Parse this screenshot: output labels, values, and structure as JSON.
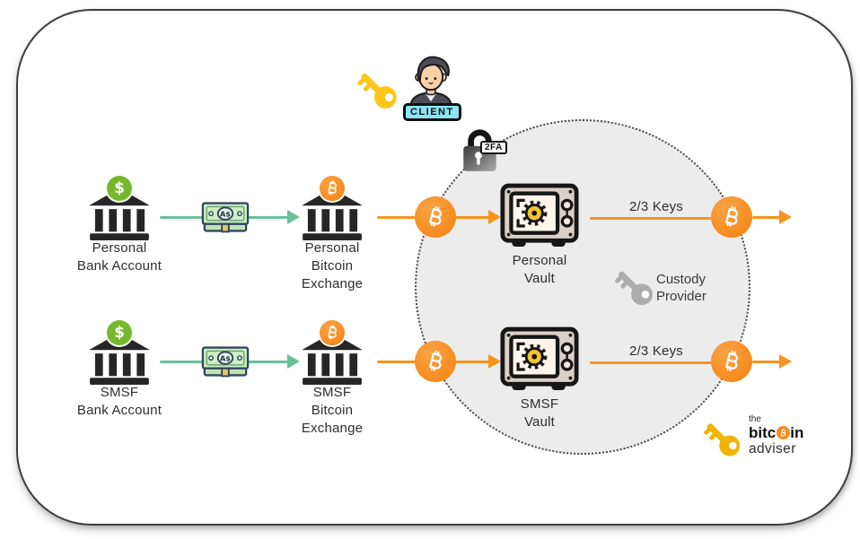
{
  "client": {
    "badge": "CLIENT"
  },
  "security": {
    "badge": "2FA"
  },
  "cash_label": "A$",
  "symbols": {
    "dollar": "$",
    "bitcoin": "₿"
  },
  "flows": {
    "personal": {
      "bank_label": [
        "Personal",
        "Bank Account"
      ],
      "exchange_label": [
        "Personal",
        "Bitcoin",
        "Exchange"
      ],
      "vault_label": [
        "Personal",
        "Vault"
      ],
      "keys_label": "2/3 Keys"
    },
    "smsf": {
      "bank_label": [
        "SMSF",
        "Bank Account"
      ],
      "exchange_label": [
        "SMSF",
        "Bitcoin",
        "Exchange"
      ],
      "vault_label": [
        "SMSF",
        "Vault"
      ],
      "keys_label": "2/3 Keys"
    }
  },
  "custody": {
    "label": [
      "Custody",
      "Provider"
    ]
  },
  "logo": {
    "the": "the",
    "brand_prefix": "bitc",
    "brand_suffix": "in",
    "adviser": "adviser"
  },
  "colors": {
    "bitcoin_orange": "#f7941e",
    "cash_teal": "#68c19a",
    "bank_green": "#76b82c",
    "client_badge_cyan": "#8be4f4",
    "key_yellow": "#ffc61a",
    "logo_key_yellow": "#f0b400",
    "custody_key_gray": "#acacac",
    "zone_gray": "#ececec"
  }
}
